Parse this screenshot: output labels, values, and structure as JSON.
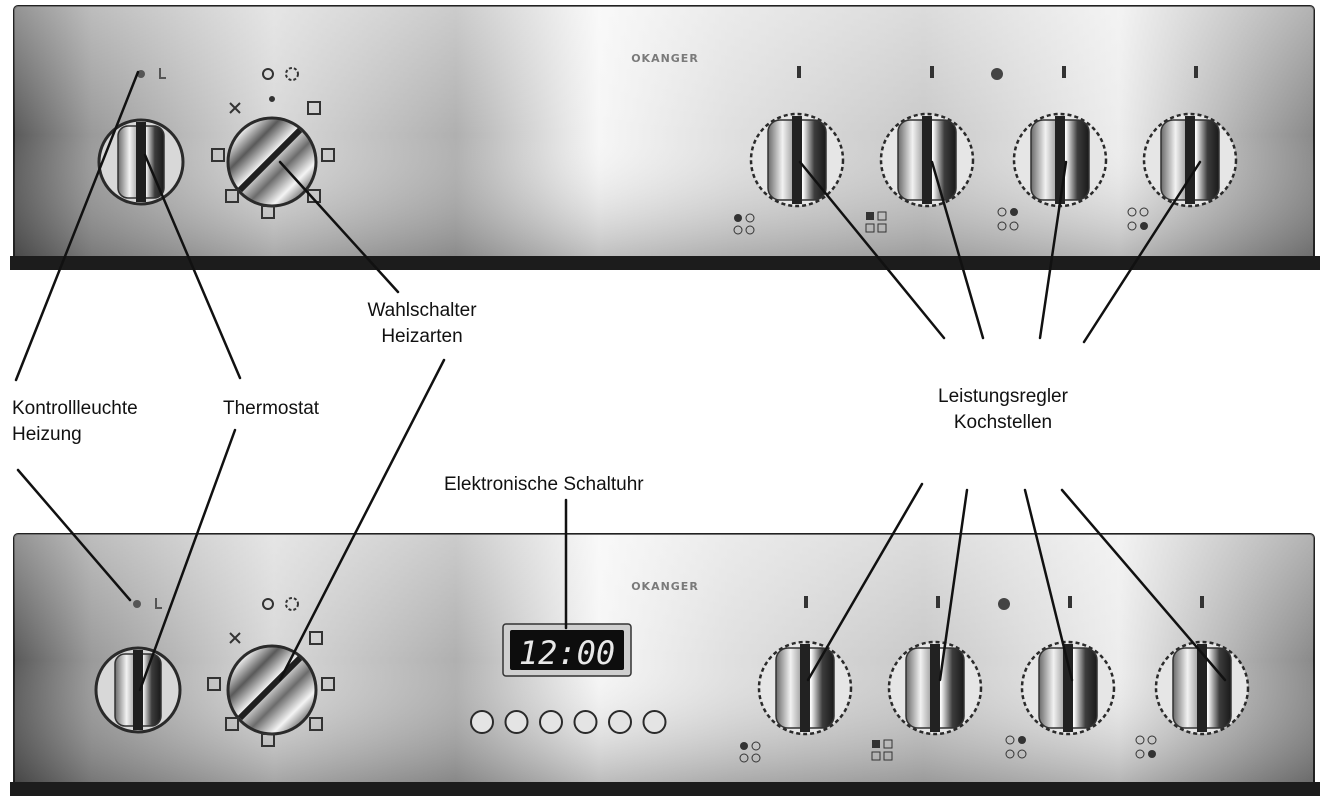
{
  "labels": {
    "kontrollleuchte_line1": "Kontrollleuchte",
    "kontrollleuchte_line2": "Heizung",
    "thermostat": "Thermostat",
    "wahlschalter_line1": "Wahlschalter",
    "wahlschalter_line2": "Heizarten",
    "leistungsregler_line1": "Leistungsregler",
    "leistungsregler_line2": "Kochstellen",
    "schaltuhr": "Elektronische Schaltuhr"
  },
  "brand": "OKANGER",
  "clock": {
    "display": "12:00",
    "button_count": 6
  },
  "panels": [
    {
      "id": "top",
      "hob_knob_count": 4,
      "has_timer": false
    },
    {
      "id": "bottom",
      "hob_knob_count": 4,
      "has_timer": true
    }
  ],
  "colors": {
    "steel_light": "#f2f2f2",
    "steel_dark": "#3a3a3a",
    "display_bg": "#0d0d0d",
    "display_text": "#e8e8e8",
    "line": "#111111"
  }
}
